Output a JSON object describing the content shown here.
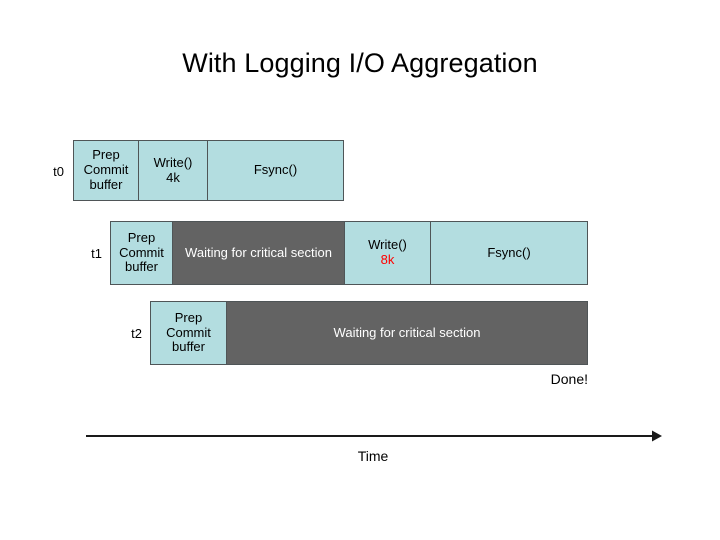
{
  "slide": {
    "title": "With Logging I/O Aggregation",
    "done_label": "Done!",
    "axis_label": "Time"
  },
  "colors": {
    "block_blue": "#b3dde0",
    "block_gray": "#636363",
    "block_border": "#4f5557",
    "highlight_red": "#ff0000",
    "text_dark": "#000000",
    "text_light": "#ffffff",
    "background": "#ffffff"
  },
  "timeline": {
    "rows": [
      {
        "label": "t0",
        "segments": [
          {
            "type": "blue",
            "lines": [
              "Prep",
              "Commit",
              "buffer"
            ]
          },
          {
            "type": "blue",
            "lines": [
              "Write()",
              "4k"
            ]
          },
          {
            "type": "blue",
            "lines": [
              "Fsync()"
            ]
          }
        ]
      },
      {
        "label": "t1",
        "segments": [
          {
            "type": "blue",
            "lines": [
              "Prep",
              "Commit",
              "buffer"
            ]
          },
          {
            "type": "gray",
            "lines": [
              "Waiting for critical section"
            ]
          },
          {
            "type": "blue",
            "lines": [
              "Write()",
              "8k"
            ],
            "highlight_line": 1
          },
          {
            "type": "blue",
            "lines": [
              "Fsync()"
            ]
          }
        ]
      },
      {
        "label": "t2",
        "segments": [
          {
            "type": "blue",
            "lines": [
              "Prep",
              "Commit",
              "buffer"
            ]
          },
          {
            "type": "gray",
            "lines": [
              "Waiting for critical section"
            ]
          }
        ]
      }
    ]
  }
}
